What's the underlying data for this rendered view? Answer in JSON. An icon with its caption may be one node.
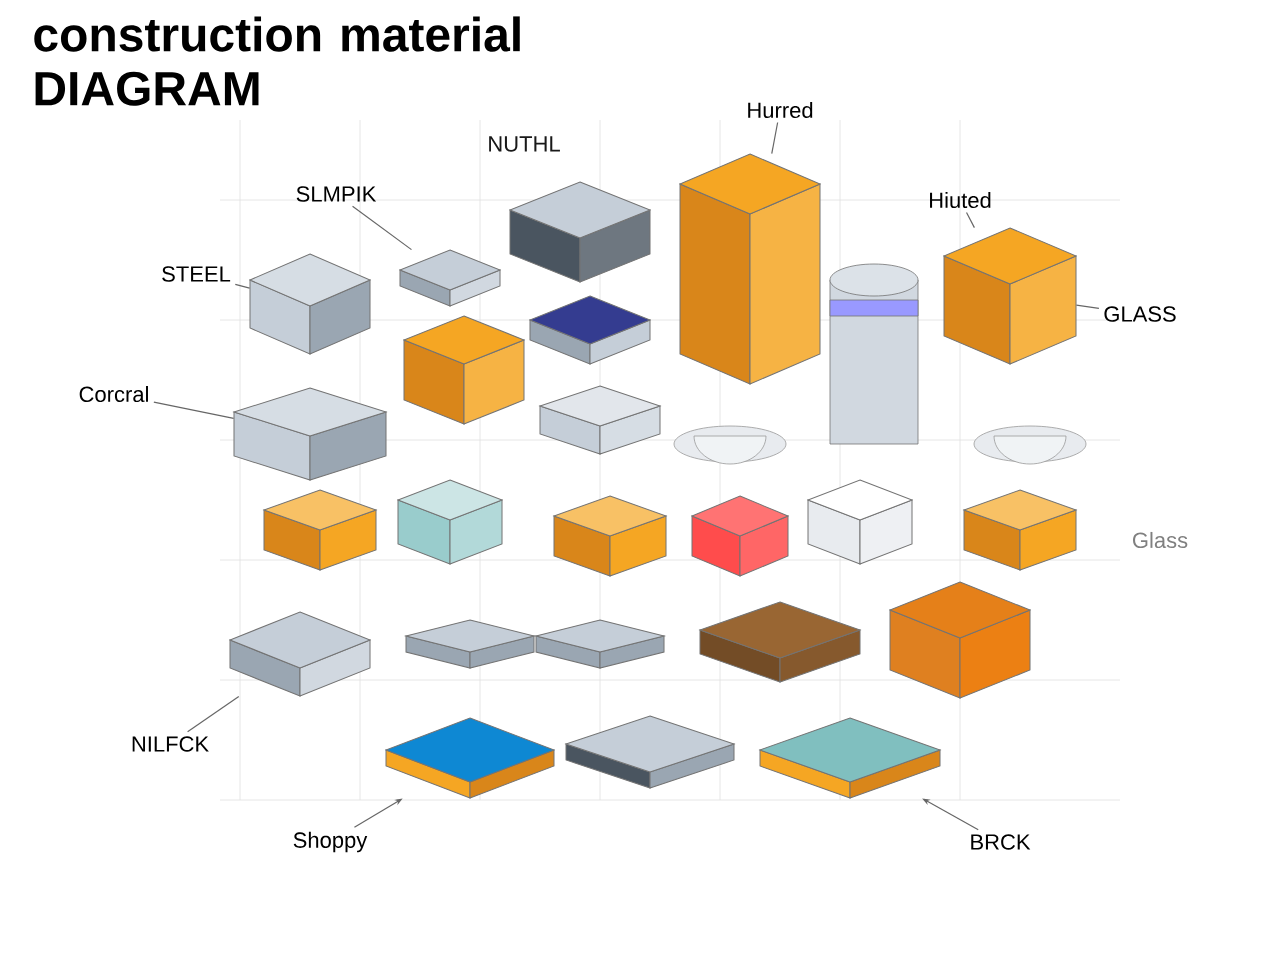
{
  "diagram": {
    "title": "construction material DIAGRAM",
    "nodes": [
      {
        "text": [
          "SLMPIK"
        ]
      },
      {
        "text": [],
        "shape": "picture"
      },
      {
        "text": [
          "STEEL"
        ]
      },
      {
        "text": [],
        "shape": "picture"
      },
      {
        "text": [
          "Corcral"
        ]
      },
      {
        "text": [],
        "shape": "picture"
      },
      {
        "text": [
          "Hurred"
        ]
      },
      {
        "text": [],
        "shape": "picture"
      },
      {
        "text": [
          "Hiuted"
        ]
      },
      {
        "text": [],
        "shape": "picture"
      },
      {
        "text": [
          "GLASS"
        ]
      },
      {
        "text": [
          "NILFCK"
        ]
      },
      {
        "text": [],
        "shape": "picture"
      },
      {
        "text": [
          "Shoppy"
        ]
      },
      {
        "text": [],
        "shape": "picture"
      },
      {
        "text": [
          "BRCK"
        ]
      },
      {
        "text": [],
        "shape": "picture"
      }
    ],
    "edges": [
      {
        "from": 0,
        "to": 1,
        "arrow": "none"
      },
      {
        "from": 2,
        "to": 3,
        "arrow": "none"
      },
      {
        "from": 4,
        "to": 5,
        "arrow": "none"
      },
      {
        "from": 6,
        "to": 7,
        "arrow": "none"
      },
      {
        "from": 8,
        "to": 9,
        "arrow": "none"
      },
      {
        "from": 10,
        "to": 9,
        "arrow": "none"
      },
      {
        "from": 11,
        "to": 12,
        "arrow": "none"
      },
      {
        "from": 13,
        "to": 14,
        "arrow": "to"
      },
      {
        "from": 15,
        "to": 16,
        "arrow": "to"
      }
    ],
    "labels": [
      "NUTHL",
      "Glass"
    ]
  }
}
